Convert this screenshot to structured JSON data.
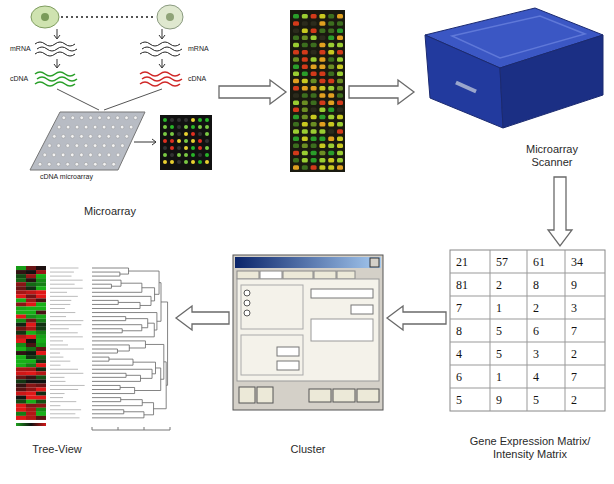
{
  "diagram": {
    "nodes": [
      {
        "text": [
          "Microarray"
        ]
      },
      {
        "text": []
      },
      {
        "text": [
          "Microarray Scanner"
        ]
      },
      {
        "text": [
          "Gene Expression Matrix/ Intensity Matrix"
        ]
      },
      {
        "text": [
          "Cluster"
        ]
      },
      {
        "text": [
          "Tree-View"
        ]
      }
    ],
    "edges": [
      {
        "from": 0,
        "to": 1,
        "arrow": "to"
      },
      {
        "from": 1,
        "to": 2,
        "arrow": "to"
      },
      {
        "from": 2,
        "to": 3,
        "arrow": "to"
      },
      {
        "from": 3,
        "to": 4,
        "arrow": "to"
      },
      {
        "from": 4,
        "to": 5,
        "arrow": "to"
      }
    ],
    "labels": [
      "mRNA",
      "mRNA",
      "cDNA",
      "cDNA",
      "cDNA microarray",
      "21",
      "57",
      "61",
      "34",
      "81",
      "2",
      "8",
      "9",
      "7",
      "1",
      "2",
      "3",
      "8",
      "5",
      "6",
      "7",
      "4",
      "5",
      "3",
      "2",
      "6",
      "1",
      "4",
      "7",
      "5",
      "9",
      "5",
      "2"
    ]
  }
}
